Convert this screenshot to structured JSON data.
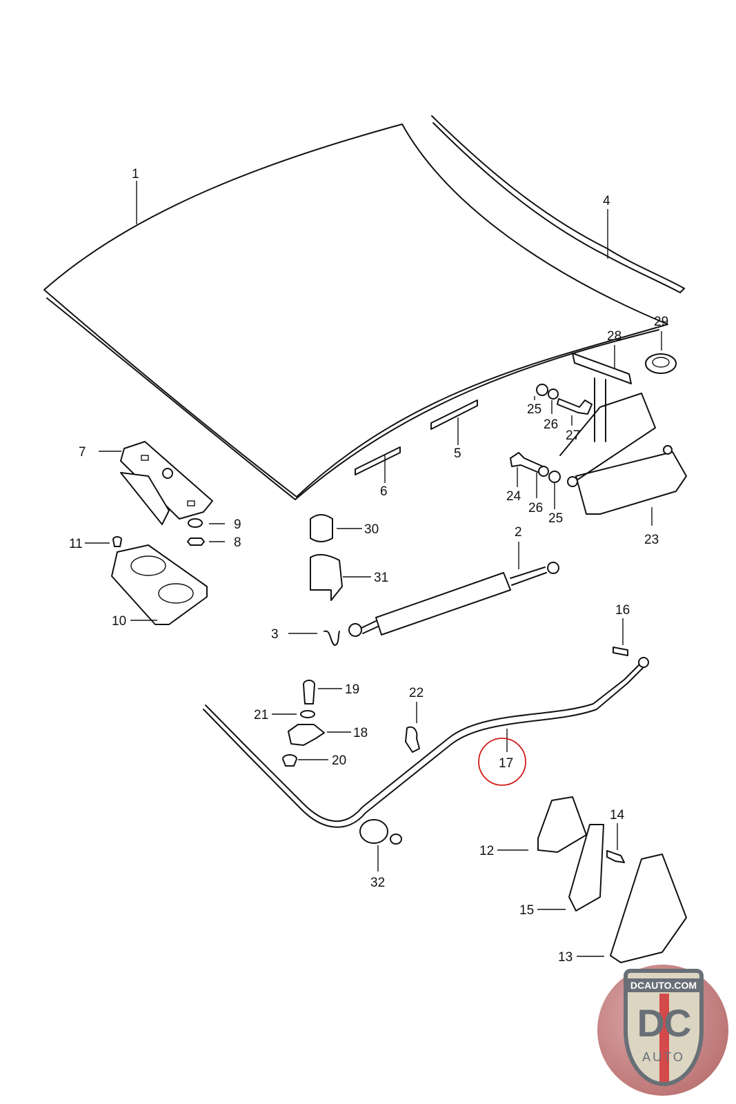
{
  "diagram": {
    "title": "Front hood / lid assembly parts diagram",
    "highlight_color": "#d01818",
    "highlighted_part": "17",
    "callouts": {
      "p1": "1",
      "p2": "2",
      "p3": "3",
      "p4": "4",
      "p5": "5",
      "p6": "6",
      "p7": "7",
      "p8": "8",
      "p9": "9",
      "p10": "10",
      "p11": "11",
      "p12": "12",
      "p13": "13",
      "p14": "14",
      "p15": "15",
      "p16": "16",
      "p17": "17",
      "p18": "18",
      "p19": "19",
      "p20": "20",
      "p21": "21",
      "p22": "22",
      "p23": "23",
      "p24": "24",
      "p25a": "25",
      "p25b": "25",
      "p26a": "26",
      "p26b": "26",
      "p27": "27",
      "p28": "28",
      "p29": "29",
      "p30": "30",
      "p31": "31",
      "p32": "32"
    }
  },
  "watermark": {
    "site": "DCAUTO.COM",
    "mark": "DC",
    "sub": "AUTO",
    "colors": {
      "shield": "#d8d2bd",
      "text": "#5d636b",
      "stripe": "#d13a3a",
      "disc": "#b96c6c"
    }
  }
}
